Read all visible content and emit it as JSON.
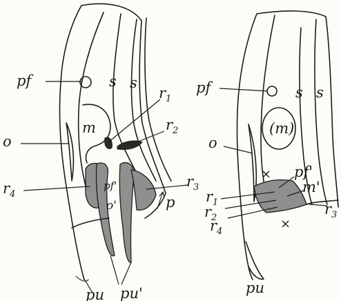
{
  "left_panel": {
    "labels": {
      "pf": "pf",
      "s1": "s",
      "s2": "s",
      "r1": "r",
      "r1_sub": "1",
      "m": "m",
      "r2": "r",
      "r2_sub": "2",
      "o": "o",
      "r3": "r",
      "r3_sub": "3",
      "r4": "r",
      "r4_sub": "4",
      "pf_prime": "pf'",
      "o_prime": "o'",
      "p": "p",
      "pu": "pu",
      "pu_prime": "pu'"
    }
  },
  "right_panel": {
    "labels": {
      "pf": "pf",
      "s1": "s",
      "s2": "s",
      "m": "(m)",
      "o": "o",
      "x_top": "×",
      "pf_prime": "pf'",
      "m_prime": "m'",
      "r1": "r",
      "r1_sub": "1",
      "r2": "r",
      "r2_sub": "2",
      "r4": "r",
      "r4_sub": "4",
      "r3": "r",
      "r3_sub": "3",
      "x_bottom": "×",
      "pu": "pu"
    }
  }
}
